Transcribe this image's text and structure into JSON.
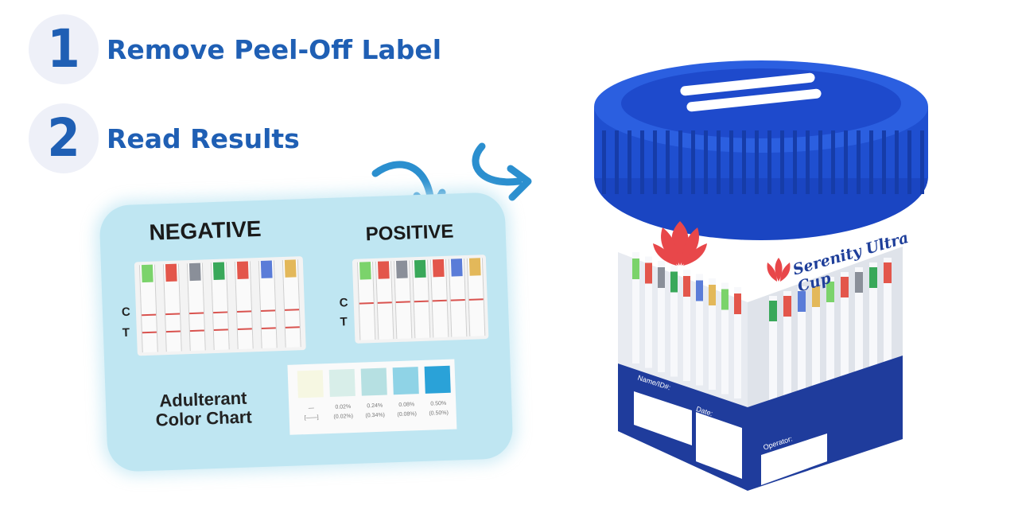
{
  "steps": [
    {
      "number": "1",
      "label": "Remove Peel-Off Label"
    },
    {
      "number": "2",
      "label": "Read Results"
    }
  ],
  "result_card": {
    "negative_label": "NEGATIVE",
    "positive_label": "POSITIVE",
    "c_label": "C",
    "t_label": "T",
    "adulterant_title_line1": "Adulterant",
    "adulterant_title_line2": "Color Chart",
    "swatches": [
      {
        "value": "—",
        "sub": "[——]",
        "color": "#f6f7e2"
      },
      {
        "value": "0.02%",
        "sub": "(0.02%)",
        "color": "#d8eee9"
      },
      {
        "value": "0.24%",
        "sub": "(0.34%)",
        "color": "#b6e0e2"
      },
      {
        "value": "0.08%",
        "sub": "(0.08%)",
        "color": "#8fd3e6"
      },
      {
        "value": "0.50%",
        "sub": "(0.50%)",
        "color": "#2aa2d8"
      }
    ],
    "cap_colors": [
      "#7bd36b",
      "#e3564b",
      "#8a8f99",
      "#39a85a",
      "#e3564b",
      "#5a7cd8",
      "#e3b85a"
    ]
  },
  "cup": {
    "brand_text": "Serenity Ultra Cup",
    "field_labels": [
      "Name/ID#:",
      "Date:",
      "Operator:"
    ],
    "colors": {
      "cap": "#1f4fd0",
      "label_band": "#1f3c9c",
      "accent": "#e8474a"
    }
  }
}
